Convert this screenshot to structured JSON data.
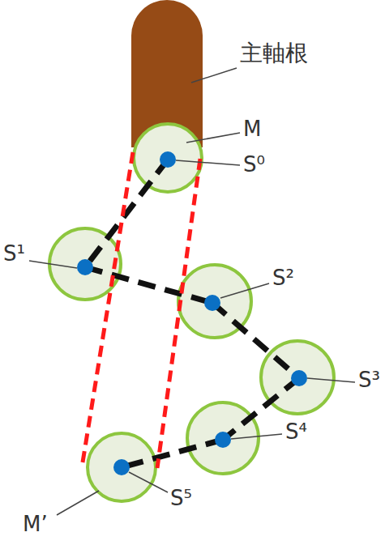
{
  "diagram": {
    "labels": [
      "主軸根",
      "M",
      "S⁰",
      "S¹",
      "S²",
      "S³",
      "S⁴",
      "S⁵",
      "M’"
    ]
  }
}
